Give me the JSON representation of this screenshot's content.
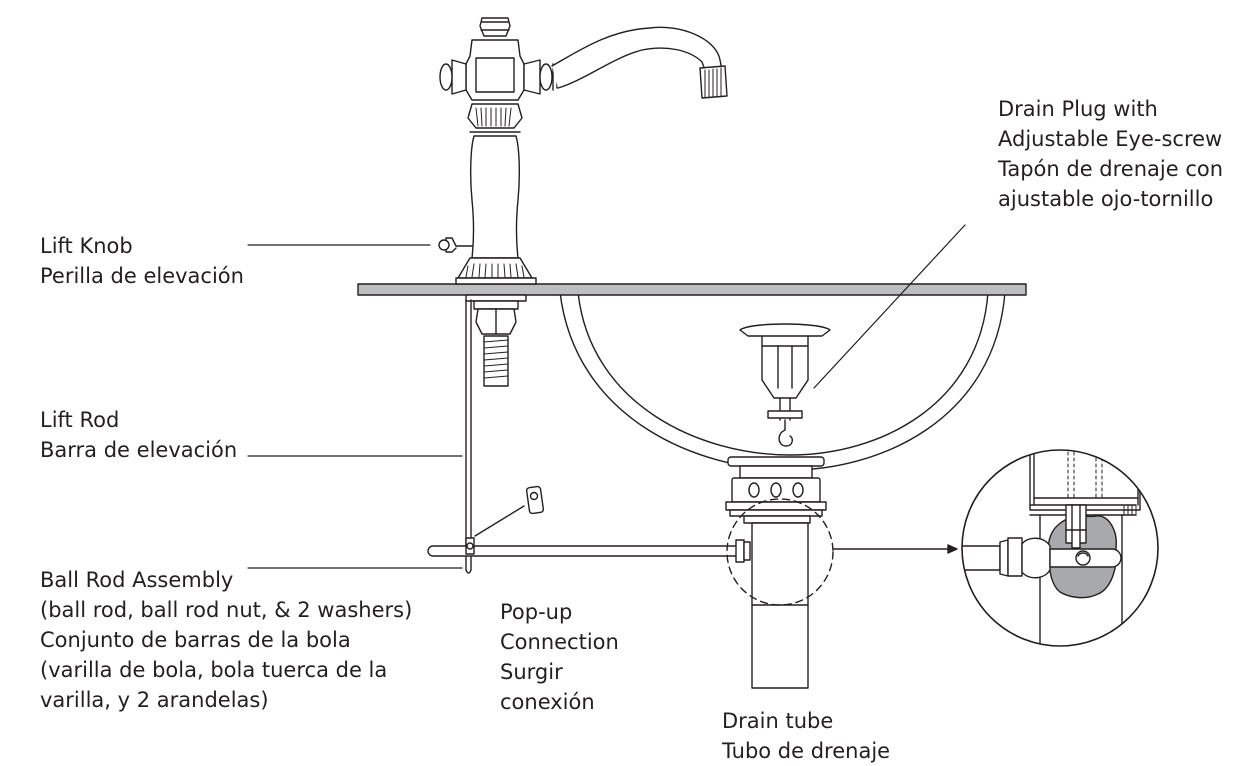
{
  "labels": {
    "lift_knob": {
      "en": "Lift Knob",
      "es": "Perilla de elevación"
    },
    "lift_rod": {
      "en": "Lift Rod",
      "es": "Barra de elevación"
    },
    "ball_rod": {
      "line1": "Ball Rod Assembly",
      "line2": "(ball rod, ball rod nut, & 2 washers)",
      "line3": "Conjunto de barras de la bola",
      "line4": "(varilla de bola, bola tuerca de la",
      "line5": "varilla, y 2 arandelas)"
    },
    "popup": {
      "line1": "Pop-up",
      "line2": "Connection",
      "line3": "Surgir",
      "line4": "conexión"
    },
    "drain_tube": {
      "en": "Drain tube",
      "es": "Tubo de drenaje"
    },
    "drain_plug": {
      "line1": "Drain Plug with",
      "line2": "Adjustable Eye-screw",
      "line3": "Tapón de drenaje con",
      "line4": "ajustable ojo-tornillo"
    }
  },
  "colors": {
    "stroke": "#231f20",
    "countertop": "#bcbec0",
    "shadow_patch": "#a7a9ac"
  }
}
